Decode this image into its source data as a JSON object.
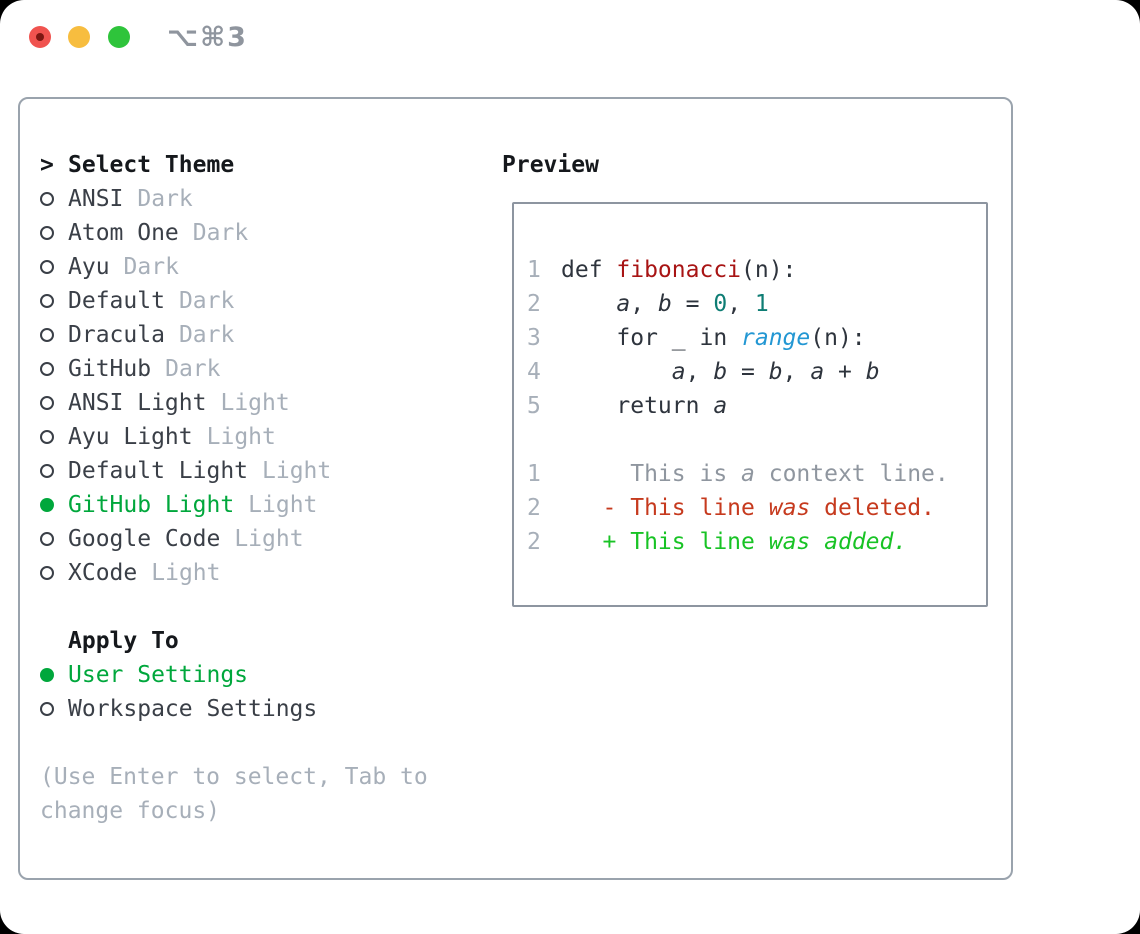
{
  "window": {
    "shortcut": "⌥⌘3"
  },
  "theme_section": {
    "cursor": ">",
    "title": "Select Theme",
    "themes": [
      {
        "name": "ANSI",
        "variant": "Dark",
        "selected": false
      },
      {
        "name": "Atom One",
        "variant": "Dark",
        "selected": false
      },
      {
        "name": "Ayu",
        "variant": "Dark",
        "selected": false
      },
      {
        "name": "Default",
        "variant": "Dark",
        "selected": false
      },
      {
        "name": "Dracula",
        "variant": "Dark",
        "selected": false
      },
      {
        "name": "GitHub",
        "variant": "Dark",
        "selected": false
      },
      {
        "name": "ANSI Light",
        "variant": "Light",
        "selected": false
      },
      {
        "name": "Ayu Light",
        "variant": "Light",
        "selected": false
      },
      {
        "name": "Default Light",
        "variant": "Light",
        "selected": false
      },
      {
        "name": "GitHub Light",
        "variant": "Light",
        "selected": true
      },
      {
        "name": "Google Code",
        "variant": "Light",
        "selected": false
      },
      {
        "name": "XCode",
        "variant": "Light",
        "selected": false
      }
    ]
  },
  "apply_section": {
    "title": "Apply To",
    "options": [
      {
        "label": "User Settings",
        "selected": true
      },
      {
        "label": "Workspace Settings",
        "selected": false
      }
    ]
  },
  "hint": {
    "line1": "(Use Enter to select, Tab to",
    "line2": "change focus)"
  },
  "preview": {
    "title": "Preview",
    "lines": [
      {
        "num": "1",
        "segments": [
          {
            "t": "def ",
            "s": "code"
          },
          {
            "t": "fibonacci",
            "s": "func"
          },
          {
            "t": "(n):",
            "s": "code"
          }
        ]
      },
      {
        "num": "2",
        "segments": [
          {
            "t": "    ",
            "s": "code"
          },
          {
            "t": "a",
            "s": "var"
          },
          {
            "t": ", ",
            "s": "code"
          },
          {
            "t": "b",
            "s": "var"
          },
          {
            "t": " = ",
            "s": "code"
          },
          {
            "t": "0",
            "s": "num"
          },
          {
            "t": ", ",
            "s": "code"
          },
          {
            "t": "1",
            "s": "num"
          }
        ]
      },
      {
        "num": "3",
        "segments": [
          {
            "t": "    for _ in ",
            "s": "code"
          },
          {
            "t": "range",
            "s": "builtin"
          },
          {
            "t": "(n):",
            "s": "code"
          }
        ]
      },
      {
        "num": "4",
        "segments": [
          {
            "t": "        ",
            "s": "code"
          },
          {
            "t": "a",
            "s": "var"
          },
          {
            "t": ", ",
            "s": "code"
          },
          {
            "t": "b",
            "s": "var"
          },
          {
            "t": " = ",
            "s": "code"
          },
          {
            "t": "b",
            "s": "var"
          },
          {
            "t": ", ",
            "s": "code"
          },
          {
            "t": "a",
            "s": "var"
          },
          {
            "t": " + ",
            "s": "code"
          },
          {
            "t": "b",
            "s": "var"
          }
        ]
      },
      {
        "num": "5",
        "segments": [
          {
            "t": "    return ",
            "s": "code"
          },
          {
            "t": "a",
            "s": "var"
          }
        ]
      },
      {
        "num": "",
        "segments": []
      },
      {
        "num": "1",
        "segments": [
          {
            "t": "     This is ",
            "s": "ctx"
          },
          {
            "t": "a",
            "s": "ctx-i"
          },
          {
            "t": " context line.",
            "s": "ctx"
          }
        ]
      },
      {
        "num": "2",
        "segments": [
          {
            "t": "   - This line ",
            "s": "del"
          },
          {
            "t": "was",
            "s": "del-i"
          },
          {
            "t": " deleted.",
            "s": "del"
          }
        ]
      },
      {
        "num": "2",
        "segments": [
          {
            "t": "   + This line ",
            "s": "add"
          },
          {
            "t": "was",
            "s": "add-i"
          },
          {
            "t": " ",
            "s": "add"
          },
          {
            "t": "added.",
            "s": "add-i"
          }
        ]
      }
    ]
  },
  "colors": {
    "text_primary": "#3a3f47",
    "text_muted": "#a7afb9",
    "header_black": "#15181c",
    "accent_green": "#00a73c",
    "code_default": "#2e343d",
    "func_red": "#a81414",
    "num_teal": "#0e7d74",
    "builtin_blue": "#2397d3",
    "ctx_gray": "#8f969f",
    "del_red": "#c63a1e",
    "add_green": "#18c325",
    "border_panel": "#9aa3ad",
    "border_preview": "#8d95a0",
    "title_gray": "#8f959e",
    "traffic_red": "#f0534f",
    "traffic_red_dot": "#7c1712",
    "traffic_yellow": "#f7bd3f",
    "traffic_green": "#2ec43b"
  }
}
